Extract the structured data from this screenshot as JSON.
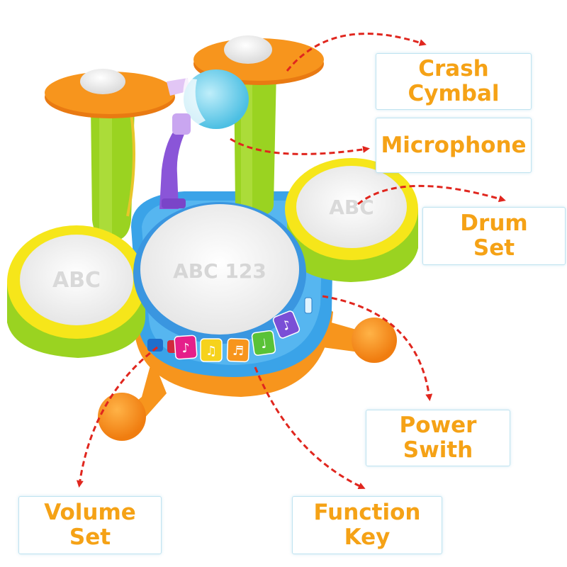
{
  "labels": {
    "crash": [
      "Crash",
      "Cymbal"
    ],
    "microphone": [
      "Microphone"
    ],
    "drum": [
      "Drum",
      "Set"
    ],
    "power": [
      "Power",
      "Swith"
    ],
    "volume": [
      "Volume",
      "Set"
    ],
    "function": [
      "Function",
      "Key"
    ]
  },
  "colors": {
    "label_text": "#f5a216",
    "arrow": "#e0261e",
    "box_border": "#bfe3f0",
    "drum_head": "#f4f4f4",
    "yellow_rim": "#f6e61a",
    "green_body": "#9ad321",
    "blue_base": "#3aa3e8",
    "orange_base": "#f7951d",
    "mic_blue": "#7fd6f0",
    "mic_stand": "#8a55d8"
  },
  "keys": {
    "colors": [
      "#e51f8a",
      "#f6d21c",
      "#f7951d",
      "#5ac238",
      "#7a4fd6"
    ],
    "symbols": [
      "♪",
      "♫",
      "♬",
      "♩",
      "♪"
    ]
  },
  "drum_letters": {
    "left": "ABC",
    "center": "ABC 123",
    "right": "ABC"
  }
}
